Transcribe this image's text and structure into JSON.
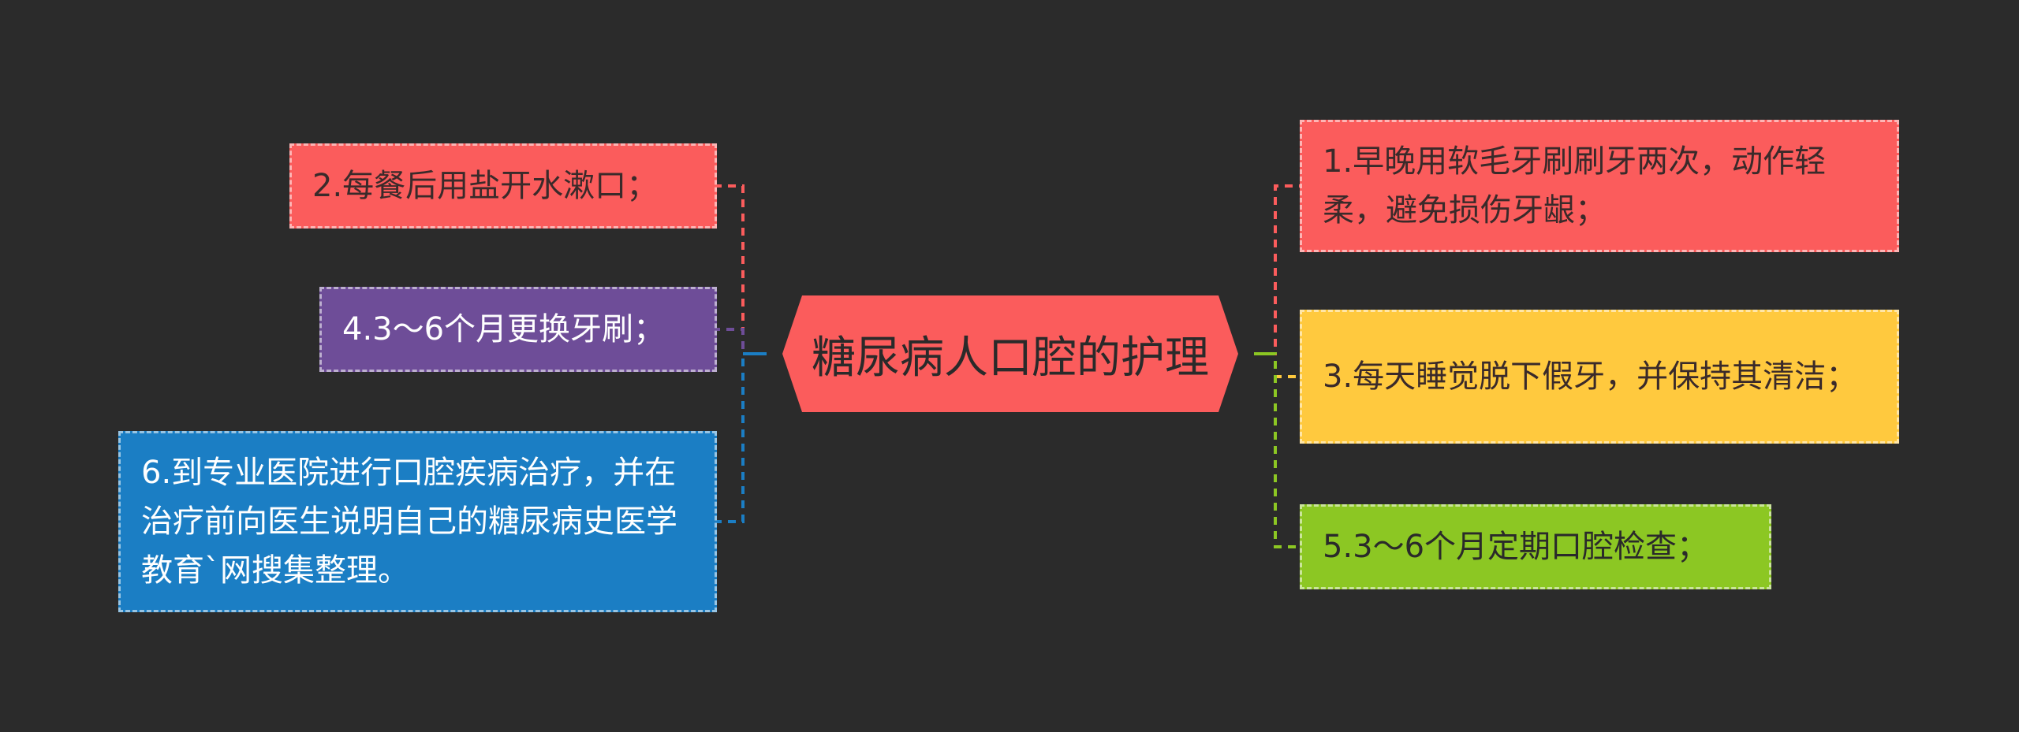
{
  "central": {
    "label": "糖尿病人口腔的护理",
    "color": "#fb5c5c"
  },
  "branches": [
    {
      "id": "n1",
      "label": "1.早晚用软毛牙刷刷牙两次，动作轻柔，避免损伤牙龈；",
      "fill": "#fb5c5c",
      "text_color": "#3a2a2a",
      "line": "#fb5c5c",
      "side": "right"
    },
    {
      "id": "n3",
      "label": "3.每天睡觉脱下假牙，并保持其清洁；",
      "fill": "#ffc93e",
      "text_color": "#3a2a2a",
      "line": "#ffc93e",
      "side": "right"
    },
    {
      "id": "n5",
      "label": "5.3～6个月定期口腔检查；",
      "fill": "#8cc723",
      "text_color": "#2a2a2a",
      "line": "#8cc723",
      "side": "right"
    },
    {
      "id": "n2",
      "label": "2.每餐后用盐开水漱口；",
      "fill": "#fb5c5c",
      "text_color": "#3a2a2a",
      "line": "#fb5c5c",
      "side": "left"
    },
    {
      "id": "n4",
      "label": "4.3～6个月更换牙刷；",
      "fill": "#6e4d98",
      "text_color": "#ffffff",
      "line": "#6e4d98",
      "side": "left"
    },
    {
      "id": "n6",
      "label": "6.到专业医院进行口腔疾病治疗，并在治疗前向医生说明自己的糖尿病史医学教育`网搜集整理。",
      "fill": "#1b7ec4",
      "text_color": "#ffffff",
      "line": "#1b7ec4",
      "side": "left"
    }
  ]
}
